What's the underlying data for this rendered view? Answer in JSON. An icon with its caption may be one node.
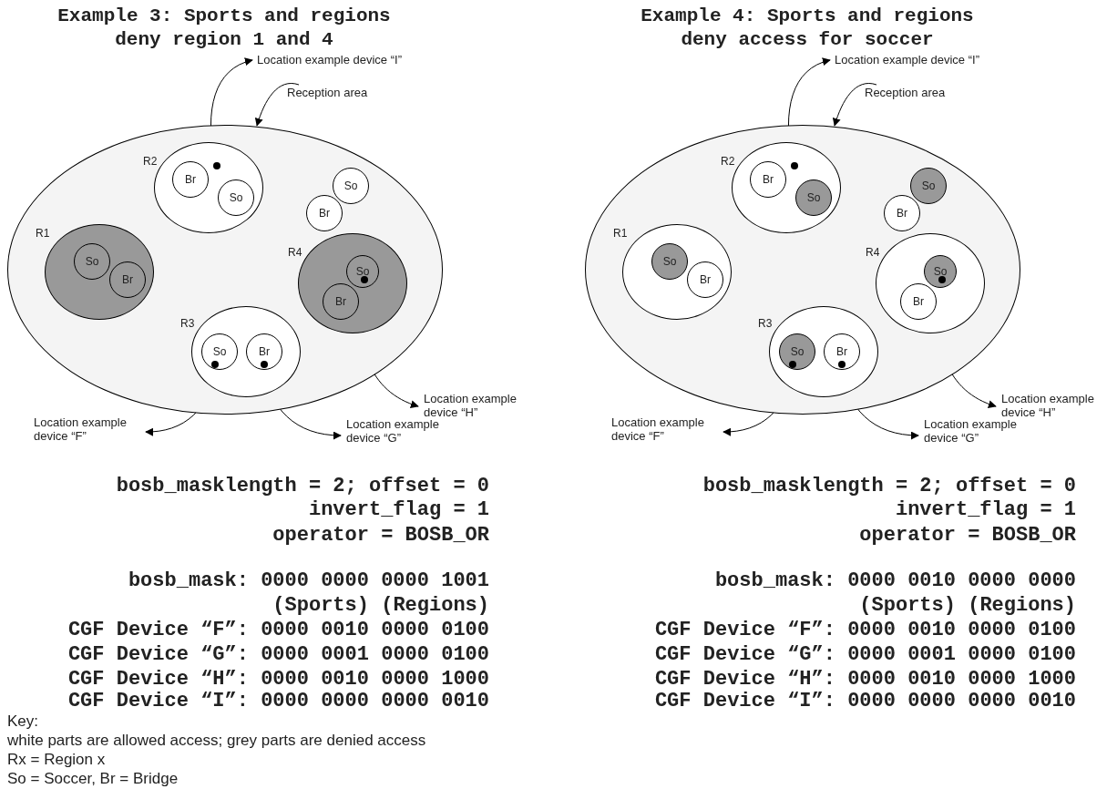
{
  "diagram": {
    "nodes": [
      {
        "text": [
          "Location example device “I”"
        ]
      },
      {
        "text": [
          "Reception area"
        ]
      },
      {
        "text": [],
        "shape": "ellipse"
      },
      {
        "text": [
          "R2"
        ],
        "in": 2
      },
      {
        "text": [
          "Br"
        ],
        "in": 3
      },
      {
        "text": [
          "So"
        ],
        "in": 3
      },
      {
        "text": [],
        "shape": "dot",
        "in": 3
      },
      {
        "text": [
          "So"
        ],
        "in": 2
      },
      {
        "text": [
          "Br"
        ],
        "in": 2
      },
      {
        "text": [
          "R1"
        ],
        "in": 2
      },
      {
        "text": [
          "So"
        ],
        "in": 9
      },
      {
        "text": [
          "Br"
        ],
        "in": 9
      },
      {
        "text": [
          "R4"
        ],
        "in": 2
      },
      {
        "text": [
          "So"
        ],
        "in": 12
      },
      {
        "text": [],
        "shape": "dot",
        "in": 13
      },
      {
        "text": [
          "Br"
        ],
        "in": 12
      },
      {
        "text": [
          "R3"
        ],
        "in": 2
      },
      {
        "text": [
          "So"
        ],
        "in": 16
      },
      {
        "text": [],
        "shape": "dot",
        "in": 17
      },
      {
        "text": [
          "Br"
        ],
        "in": 16
      },
      {
        "text": [],
        "shape": "dot",
        "in": 19
      },
      {
        "text": [
          "Location example device “H”"
        ]
      },
      {
        "text": [
          "Location example device “F”"
        ]
      },
      {
        "text": [
          "Location example device “G”"
        ]
      },
      {
        "text": [
          "Location example device “I”"
        ]
      },
      {
        "text": [
          "Reception area"
        ]
      },
      {
        "text": [],
        "shape": "ellipse"
      },
      {
        "text": [
          "R2"
        ],
        "in": 26
      },
      {
        "text": [
          "Br"
        ],
        "in": 27
      },
      {
        "text": [
          "So"
        ],
        "in": 27
      },
      {
        "text": [],
        "shape": "dot",
        "in": 27
      },
      {
        "text": [
          "So"
        ],
        "in": 26
      },
      {
        "text": [
          "Br"
        ],
        "in": 26
      },
      {
        "text": [
          "R1"
        ],
        "in": 26
      },
      {
        "text": [
          "So"
        ],
        "in": 33
      },
      {
        "text": [
          "Br"
        ],
        "in": 33
      },
      {
        "text": [
          "R4"
        ],
        "in": 26
      },
      {
        "text": [
          "So"
        ],
        "in": 36
      },
      {
        "text": [],
        "shape": "dot",
        "in": 37
      },
      {
        "text": [
          "Br"
        ],
        "in": 36
      },
      {
        "text": [
          "R3"
        ],
        "in": 26
      },
      {
        "text": [
          "So"
        ],
        "in": 40
      },
      {
        "text": [],
        "shape": "dot",
        "in": 41
      },
      {
        "text": [
          "Br"
        ],
        "in": 40
      },
      {
        "text": [],
        "shape": "dot",
        "in": 43
      },
      {
        "text": [
          "Location example device “H”"
        ]
      },
      {
        "text": [
          "Location example device “F”"
        ]
      },
      {
        "text": [
          "Location example device “G”"
        ]
      }
    ],
    "edges": [
      {
        "from": 6,
        "to": 0,
        "arrow": "to"
      },
      {
        "from": 1,
        "to": 2,
        "arrow": "to"
      },
      {
        "from": 14,
        "to": 21,
        "arrow": "to"
      },
      {
        "from": 18,
        "to": 22,
        "arrow": "to"
      },
      {
        "from": 20,
        "to": 23,
        "arrow": "to"
      },
      {
        "from": 30,
        "to": 24,
        "arrow": "to"
      },
      {
        "from": 25,
        "to": 26,
        "arrow": "to"
      },
      {
        "from": 38,
        "to": 45,
        "arrow": "to"
      },
      {
        "from": 42,
        "to": 46,
        "arrow": "to"
      },
      {
        "from": 44,
        "to": 47,
        "arrow": "to"
      }
    ],
    "labels": [
      "Example 3: Sports and regions deny region 1 and 4",
      "Example 4: Sports and regions deny access for soccer",
      "bosb_masklength = 2; offset = 0",
      "invert_flag = 1",
      "operator = BOSB_OR",
      "bosb_mask: 0000 0000 0000 1001",
      "(Sports) (Regions)",
      "CGF Device “F”: 0000 0010 0000 0100",
      "CGF Device “G”: 0000 0001 0000 0100",
      "CGF Device “H”: 0000 0010 0000 1000",
      "CGF Device “I”: 0000 0000 0000 0010",
      "bosb_masklength = 2; offset = 0",
      "invert_flag = 1",
      "operator = BOSB_OR",
      "bosb_mask: 0000 0010 0000 0000",
      "(Sports) (Regions)",
      "CGF Device “F”: 0000 0010 0000 0100",
      "CGF Device “G”: 0000 0001 0000 0100",
      "CGF Device “H”: 0000 0010 0000 1000",
      "CGF Device “I”: 0000 0000 0000 0010",
      "Key:",
      "white parts are allowed access; grey parts are denied access",
      "Rx = Region x",
      "So = Soccer, Br = Bridge"
    ]
  }
}
